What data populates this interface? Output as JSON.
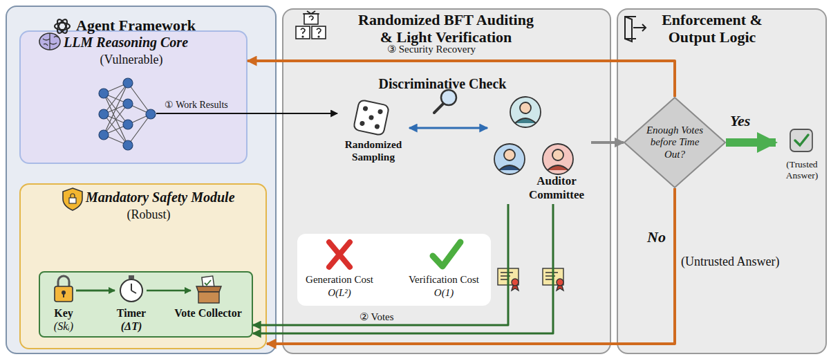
{
  "diagram": {
    "nodes": [
      {
        "text": [
          "Agent Framework"
        ]
      },
      {
        "text": [
          "LLM Reasoning Core",
          "(Vulnerable)"
        ],
        "in": 0
      },
      {
        "text": [
          "Mandatory Safety Module",
          "(Robust)"
        ],
        "in": 0
      },
      {
        "text": [
          "Key",
          "(Skᵢ)",
          "Timer",
          "(ΔT)",
          "Vote Collector"
        ],
        "in": 2
      },
      {
        "text": [
          "Randomized BFT Auditing & Light Verification"
        ]
      },
      {
        "text": [
          "Randomized Sampling"
        ],
        "in": 4
      },
      {
        "text": [
          "Auditor Committee"
        ],
        "in": 4
      },
      {
        "text": [
          "Generation Cost",
          "O(L²)",
          "Verification Cost",
          "O(1)"
        ],
        "in": 4
      },
      {
        "text": [
          "Enforcement & Output Logic"
        ]
      },
      {
        "text": [
          "Enough Votes before Time Out?"
        ],
        "in": 8
      },
      {
        "text": [
          "(Trusted Answer)"
        ],
        "in": 8
      }
    ],
    "edges": [
      {
        "from": 1,
        "to": 5,
        "label": "① Work Results",
        "arrow": "to"
      },
      {
        "from": 5,
        "to": 6,
        "arrow": "both"
      },
      {
        "from": 6,
        "to": 3,
        "label": "② Votes",
        "arrow": "to"
      },
      {
        "from": 6,
        "to": 9,
        "arrow": "to"
      },
      {
        "from": 9,
        "to": 10,
        "label": "Yes",
        "arrow": "to"
      },
      {
        "from": 9,
        "to": 1,
        "label": "③ Security Recovery",
        "arrow": "to"
      },
      {
        "from": 9,
        "to": 2,
        "label": "No",
        "arrow": "to"
      }
    ],
    "labels": [
      "Discriminative Check",
      "(Untrusted Answer)"
    ]
  }
}
